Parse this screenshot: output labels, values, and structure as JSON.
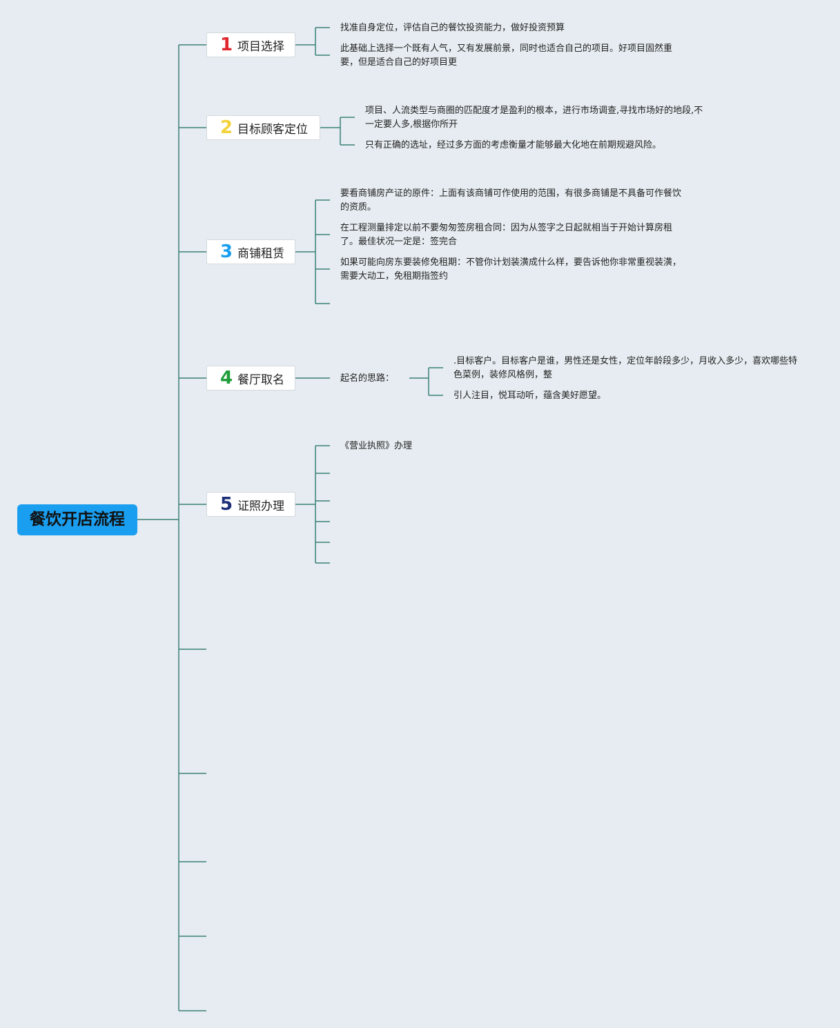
{
  "root": {
    "title": "餐饮开店流程"
  },
  "branches": [
    {
      "number": "1",
      "number_color": "#e0262e",
      "label": "项目选择",
      "items": [
        "找准自身定位，评估自己的餐饮投资能力，做好投资预算",
        "此基础上选择一个既有人气，又有发展前景，同时也适合自己的项目。好项目固然重要，但是适合自己的好项目更"
      ]
    },
    {
      "number": "2",
      "number_color": "#f4d33a",
      "label": "目标顾客定位",
      "items": [
        "项目、人流类型与商圈的匹配度才是盈利的根本，进行市场调查,寻找市场好的地段,不一定要人多,根据你所开",
        "只有正确的选址，经过多方面的考虑衡量才能够最大化地在前期规避风险。"
      ]
    },
    {
      "number": "3",
      "number_color": "#1a9ef0",
      "label": "商铺租赁",
      "items": [
        "要看商铺房产证的原件：上面有该商铺可作使用的范围，有很多商铺是不具备可作餐饮的资质。",
        "在工程测量排定以前不要匆匆签房租合同：因为从签字之日起就相当于开始计算房租了。最佳状况一定是：签完合",
        "如果可能向房东要装修免租期：不管你计划装潢成什么样，要告诉他你非常重视装潢，需要大动工，免租期指签约"
      ]
    },
    {
      "number": "4",
      "number_color": "#1f9d3a",
      "label": "餐厅取名",
      "sub_label": "起名的思路：",
      "items": [
        ".目标客户。目标客户是谁，男性还是女性，定位年龄段多少，月收入多少，喜欢哪些特色菜例，装修风格例，整",
        "引人注目，悦耳动听，蕴含美好愿望。"
      ]
    },
    {
      "number": "5",
      "number_color": "#1e2f7a",
      "label": "证照办理",
      "items": [
        "《营业执照》办理"
      ]
    }
  ],
  "colors": {
    "line": "#2e7d6e",
    "root_bg": "#1a9ef0",
    "background": "#e6ecf1"
  }
}
